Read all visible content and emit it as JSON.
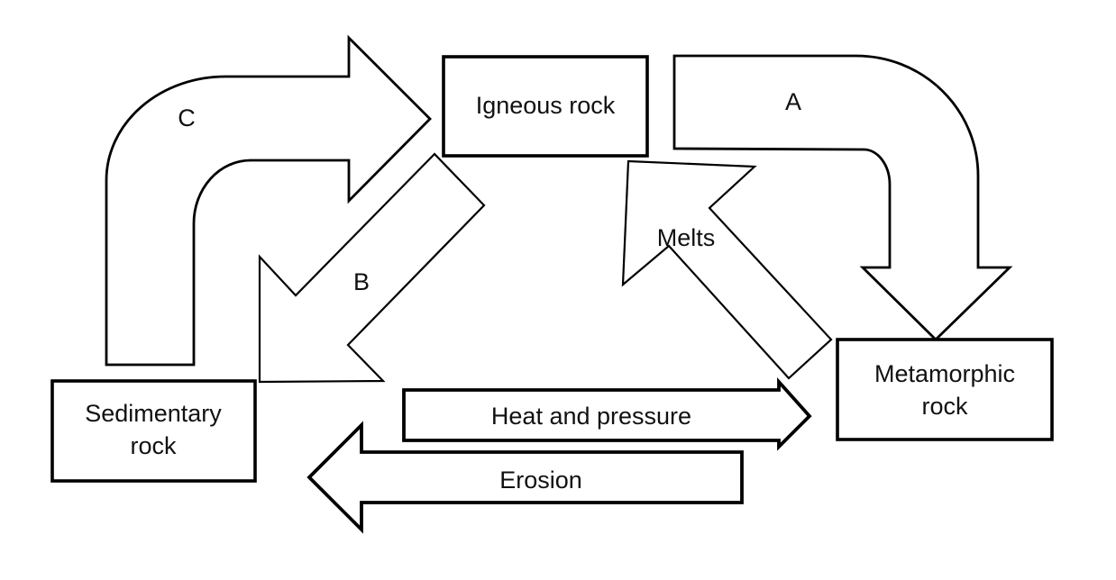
{
  "diagram": {
    "background_color": "#ffffff",
    "stroke_color": "#000000",
    "text_color": "#111111",
    "nodes": {
      "igneous": {
        "label": "Igneous rock"
      },
      "metamorphic": {
        "label_line1": "Metamorphic",
        "label_line2": "rock"
      },
      "sedimentary": {
        "label_line1": "Sedimentary",
        "label_line2": "rock"
      }
    },
    "arrow_labels": {
      "a": "A",
      "b": "B",
      "c": "C",
      "melts": "Melts",
      "heat_and_pressure": "Heat and pressure",
      "erosion": "Erosion"
    }
  }
}
